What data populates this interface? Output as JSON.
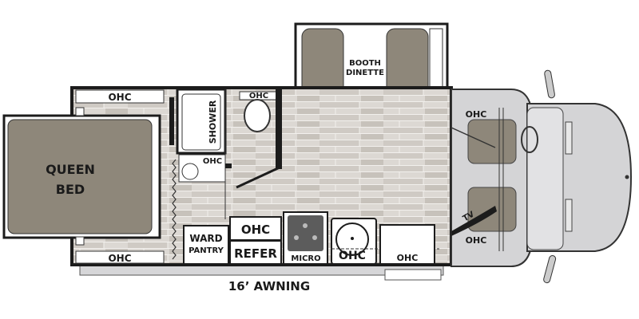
{
  "floorplan": {
    "colors": {
      "floor": "#d9d5d0",
      "wall": "#1c1c1c",
      "seat": "#8e877a",
      "cab": "#d4d4d6",
      "bed": "#8e877a"
    },
    "labels": {
      "ohc_rear_top": "OHC",
      "ohc_rear_bottom": "OHC",
      "bed_line1": "QUEEN",
      "bed_line2": "BED",
      "shower": "SHOWER",
      "ohc_bath": "OHC",
      "ohc_toilet": "OHC",
      "dinette_line1": "BOOTH",
      "dinette_line2": "DINETTE",
      "ward": "WARD",
      "pantry": "PANTRY",
      "ohc_refer": "OHC",
      "refer": "REFER",
      "micro": "MICRO",
      "ohc_sink": "OHC",
      "ohc_counter": "OHC",
      "ohc_cab_top": "OHC",
      "ohc_cab_bottom": "OHC",
      "tv": "TV",
      "awning": "16’ AWNING"
    }
  }
}
